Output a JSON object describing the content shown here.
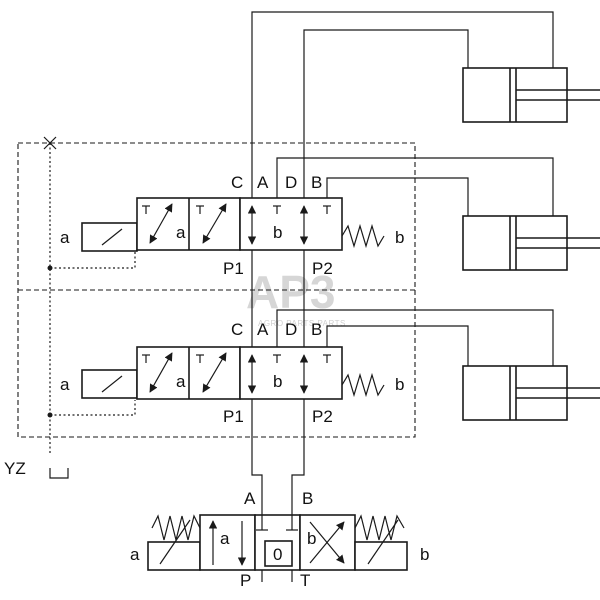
{
  "watermark": {
    "logo": "AP3",
    "tagline": "AGRO PARTS PARTS"
  },
  "labels": {
    "yz": "YZ",
    "main_valve": {
      "a_port": "A",
      "b_port": "B",
      "p_port": "P",
      "t_port": "T",
      "sol_a": "a",
      "sol_b": "b",
      "pos_a": "a",
      "pos_b": "b",
      "center": "0"
    },
    "upper_section": {
      "c": "C",
      "a": "A",
      "d": "D",
      "b": "B",
      "p1": "P1",
      "p2": "P2",
      "sol_a": "a",
      "pos_a": "a",
      "pos_b": "b",
      "spring_b": "b"
    },
    "lower_section": {
      "c": "C",
      "a": "A",
      "d": "D",
      "b": "B",
      "p1": "P1",
      "p2": "P2",
      "sol_a": "a",
      "pos_a": "a",
      "pos_b": "b",
      "spring_b": "b"
    }
  }
}
